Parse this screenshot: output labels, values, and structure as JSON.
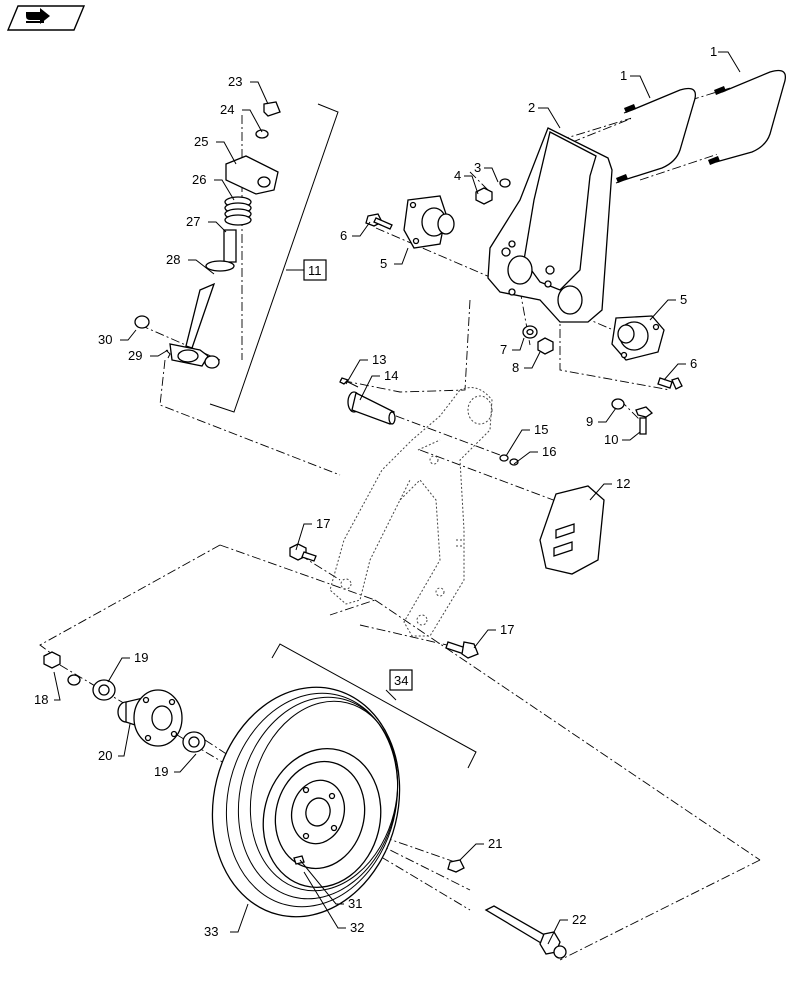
{
  "header": {
    "nav_icon": "arrow-right-icon"
  },
  "callouts": {
    "c1a": "1",
    "c1b": "1",
    "c2": "2",
    "c3": "3",
    "c4": "4",
    "c5a": "5",
    "c5b": "5",
    "c6a": "6",
    "c6b": "6",
    "c7": "7",
    "c8": "8",
    "c9": "9",
    "c10": "10",
    "c12": "12",
    "c13": "13",
    "c14": "14",
    "c15": "15",
    "c16": "16",
    "c17a": "17",
    "c17b": "17",
    "c18": "18",
    "c19a": "19",
    "c19b": "19",
    "c20": "20",
    "c21": "21",
    "c22": "22",
    "c23": "23",
    "c24": "24",
    "c25": "25",
    "c26": "26",
    "c27": "27",
    "c28": "28",
    "c29": "29",
    "c30": "30",
    "c31": "31",
    "c32": "32",
    "c33": "33"
  },
  "boxed_callouts": {
    "b11": "11",
    "b34": "34"
  }
}
